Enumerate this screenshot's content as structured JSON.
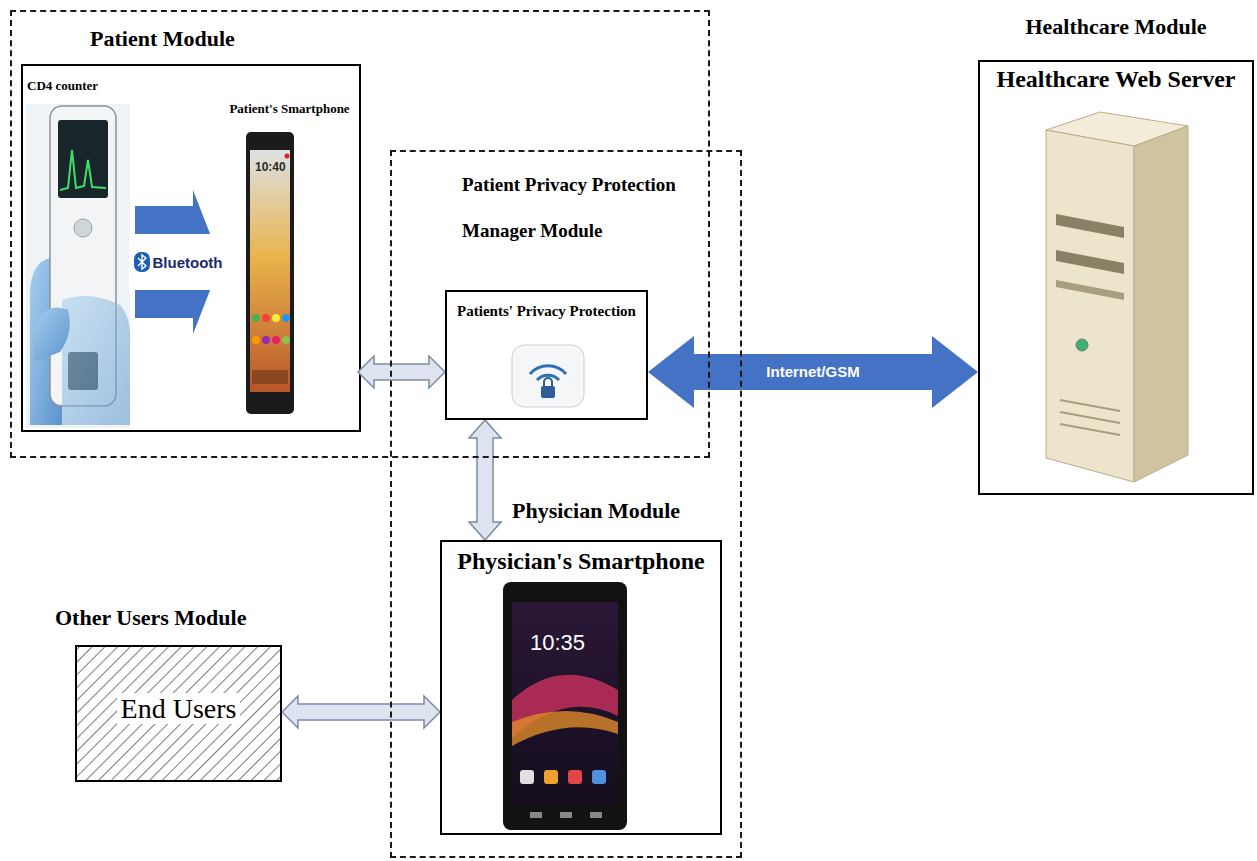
{
  "diagram": {
    "nodes": [
      {
        "text": [
          "Patient Module"
        ]
      },
      {
        "text": [
          "CD4 counter"
        ],
        "in": 0
      },
      {
        "text": [
          "Patient's Smartphone"
        ],
        "in": 0
      },
      {
        "text": [
          "Patient Privacy Protection Manager Module"
        ]
      },
      {
        "text": [
          "Patients' Privacy Protection"
        ],
        "in": 3
      },
      {
        "text": [
          "Physician Module",
          "Physician's Smartphone"
        ],
        "in": 3
      },
      {
        "text": [
          "Healthcare Module",
          "Healthcare Web Server"
        ]
      },
      {
        "text": [
          "Other Users Module",
          "End Users"
        ]
      }
    ],
    "edges": [
      {
        "from": 1,
        "to": 2,
        "arrow": "to",
        "label": "Bluetooth"
      },
      {
        "from": 2,
        "to": 4,
        "arrow": "both"
      },
      {
        "from": 4,
        "to": 6,
        "arrow": "both",
        "label": "Internet/GSM"
      },
      {
        "from": 4,
        "to": 5,
        "arrow": "both"
      },
      {
        "from": 7,
        "to": 5,
        "arrow": "both"
      }
    ],
    "labels": [
      "10:40",
      "10:35"
    ]
  }
}
